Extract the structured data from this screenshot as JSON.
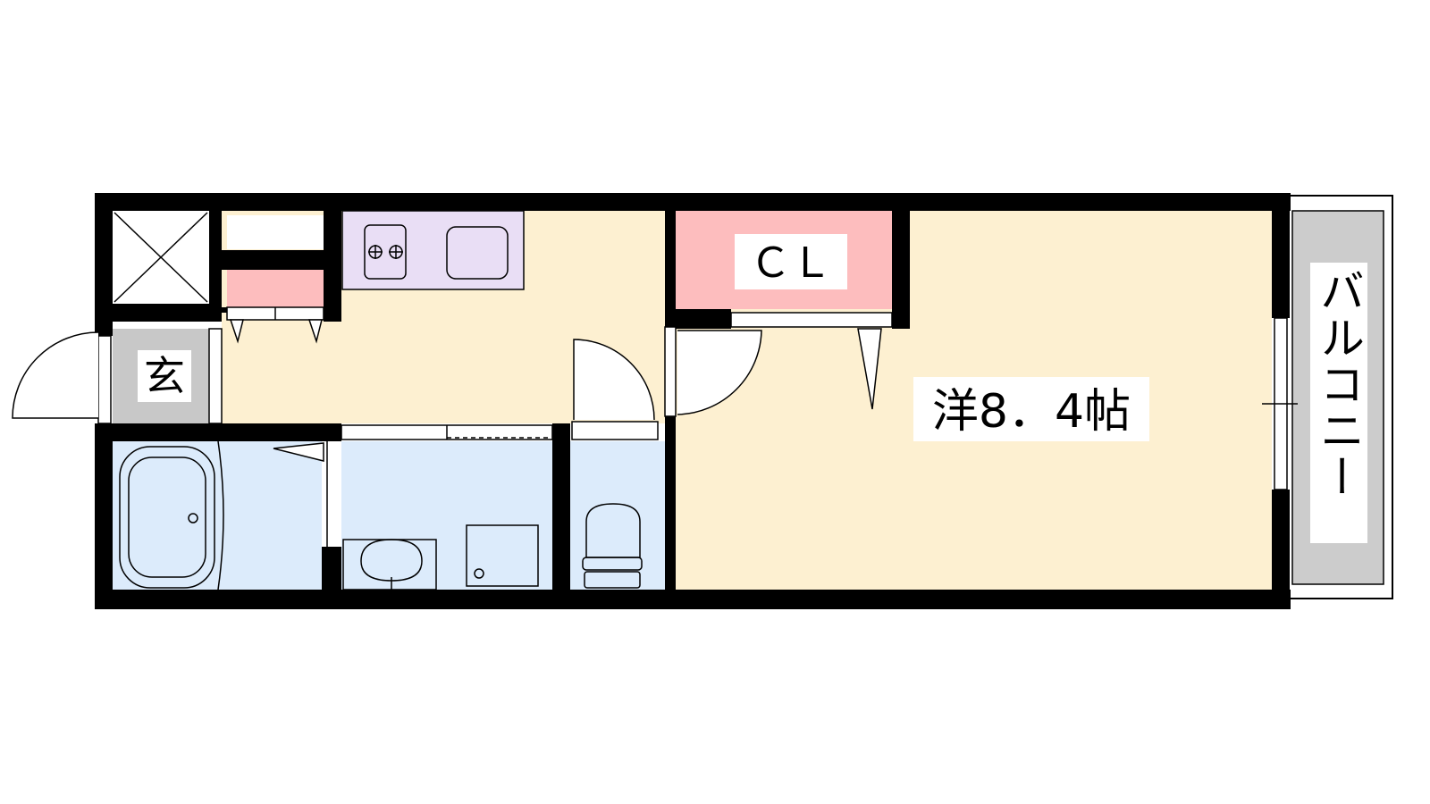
{
  "labels": {
    "entrance": "玄",
    "closet": "ＣＬ",
    "room": "洋8．4帖",
    "balcony": "バルコニー"
  },
  "colors": {
    "wall": "#000000",
    "floor_beige": "#fdf0d1",
    "wet_blue": "#dcebfb",
    "kitchen_purple": "#e9def5",
    "closet_pink": "#fdbdbe",
    "entrance_gray": "#c8c8c8",
    "balcony_gray": "#cccccc"
  }
}
